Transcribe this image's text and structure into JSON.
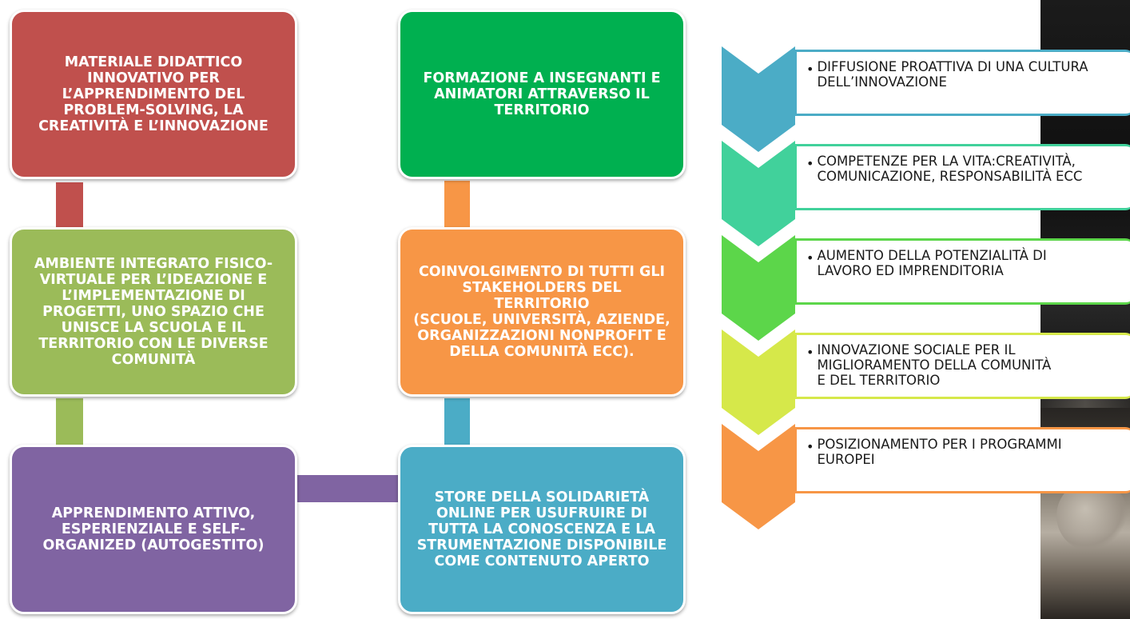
{
  "colors": {
    "red": "#c0504d",
    "green_olive": "#9bbb59",
    "purple": "#8064a2",
    "green": "#00b050",
    "orange": "#f79646",
    "blue": "#4bacc6",
    "chevron_1": "#4bacc6",
    "chevron_2": "#41d19b",
    "chevron_3": "#5cd64a",
    "chevron_4": "#d6e84a",
    "chevron_5": "#f79646"
  },
  "left_column": [
    {
      "label": "MATERIALE DIDATTICO\nINNOVATIVO PER\nL’APPRENDIMENTO DEL\nPROBLEM-SOLVING, LA\nCREATIVITÀ E L’INNOVAZIONE"
    },
    {
      "label": "AMBIENTE INTEGRATO FISICO-\nVIRTUALE PER L’IDEAZIONE E\nL’IMPLEMENTAZIONE DI\nPROGETTI, UNO SPAZIO CHE\nUNISCE LA SCUOLA E IL\nTERRITORIO CON LE DIVERSE\nCOMUNITÀ"
    },
    {
      "label": "APPRENDIMENTO ATTIVO,\nESPERIENZIALE E SELF-\nORGANIZED (AUTOGESTITO)"
    }
  ],
  "middle_column": [
    {
      "label": "FORMAZIONE A INSEGNANTI E\nANIMATORI ATTRAVERSO IL\nTERRITORIO"
    },
    {
      "label": "COINVOLGIMENTO DI TUTTI GLI\nSTAKEHOLDERS DEL TERRITORIO\n(SCUOLE, UNIVERSITÀ, AZIENDE,\nORGANIZZAZIONI NONPROFIT E\nDELLA COMUNITÀ ECC)."
    },
    {
      "label": "STORE DELLA SOLIDARIETÀ\nONLINE PER USUFRUIRE DI\nTUTTA LA CONOSCENZA E LA\nSTRUMENTAZIONE DISPONIBILE\nCOME CONTENUTO APERTO"
    }
  ],
  "chevron_list": [
    {
      "bullet": "•",
      "text": "DIFFUSIONE PROATTIVA DI UNA CULTURA\nDELL’INNOVAZIONE"
    },
    {
      "bullet": "•",
      "text": "COMPETENZE PER LA VITA:CREATIVITÀ,\nCOMUNICAZIONE, RESPONSABILITÀ ECC"
    },
    {
      "bullet": "•",
      "text": "AUMENTO DELLA POTENZIALITÀ DI\nLAVORO ED IMPRENDITORIA"
    },
    {
      "bullet": "•",
      "text": "INNOVAZIONE SOCIALE PER IL\nMIGLIORAMENTO DELLA COMUNITÀ\nE DEL TERRITORIO"
    },
    {
      "bullet": "•",
      "text": "POSIZIONAMENTO PER I PROGRAMMI\nEUROPEI"
    }
  ]
}
